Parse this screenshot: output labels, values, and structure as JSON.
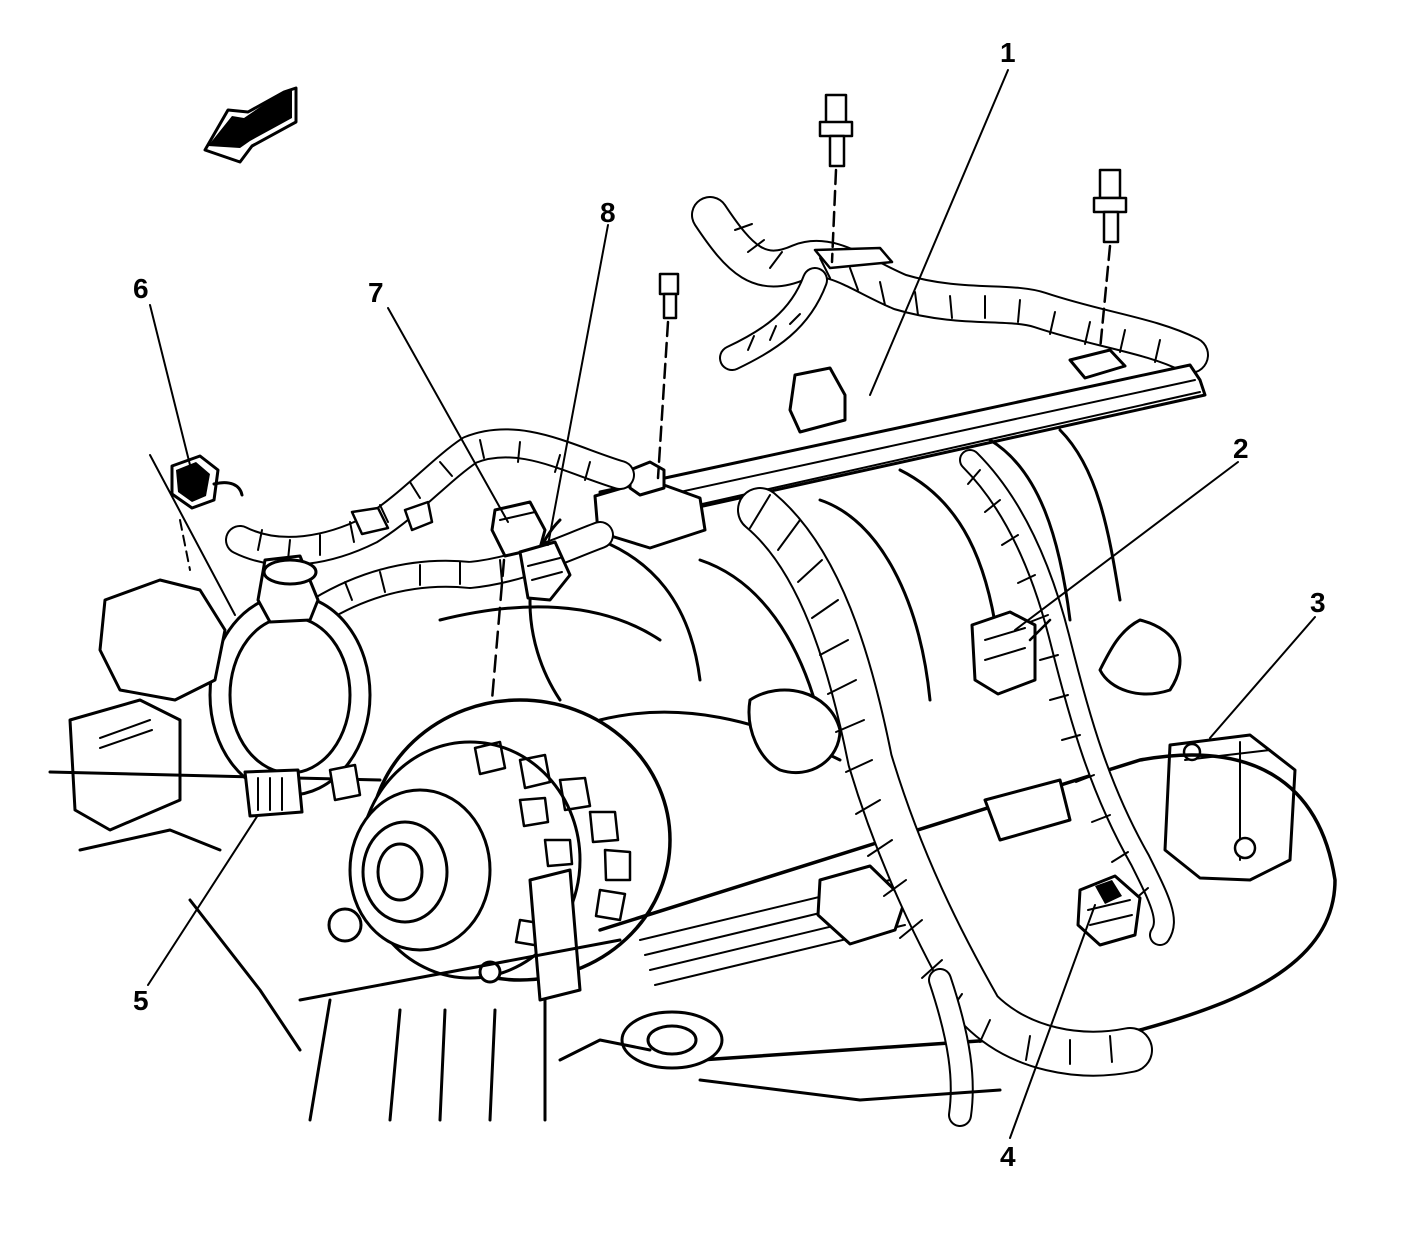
{
  "diagram": {
    "callouts": [
      {
        "id": "1",
        "label": "1"
      },
      {
        "id": "2",
        "label": "2"
      },
      {
        "id": "3",
        "label": "3"
      },
      {
        "id": "4",
        "label": "4"
      },
      {
        "id": "5",
        "label": "5"
      },
      {
        "id": "6",
        "label": "6"
      },
      {
        "id": "7",
        "label": "7"
      },
      {
        "id": "8",
        "label": "8"
      }
    ],
    "line_color": "#000000",
    "background": "#ffffff",
    "icons": [
      "direction-arrow-icon"
    ]
  }
}
